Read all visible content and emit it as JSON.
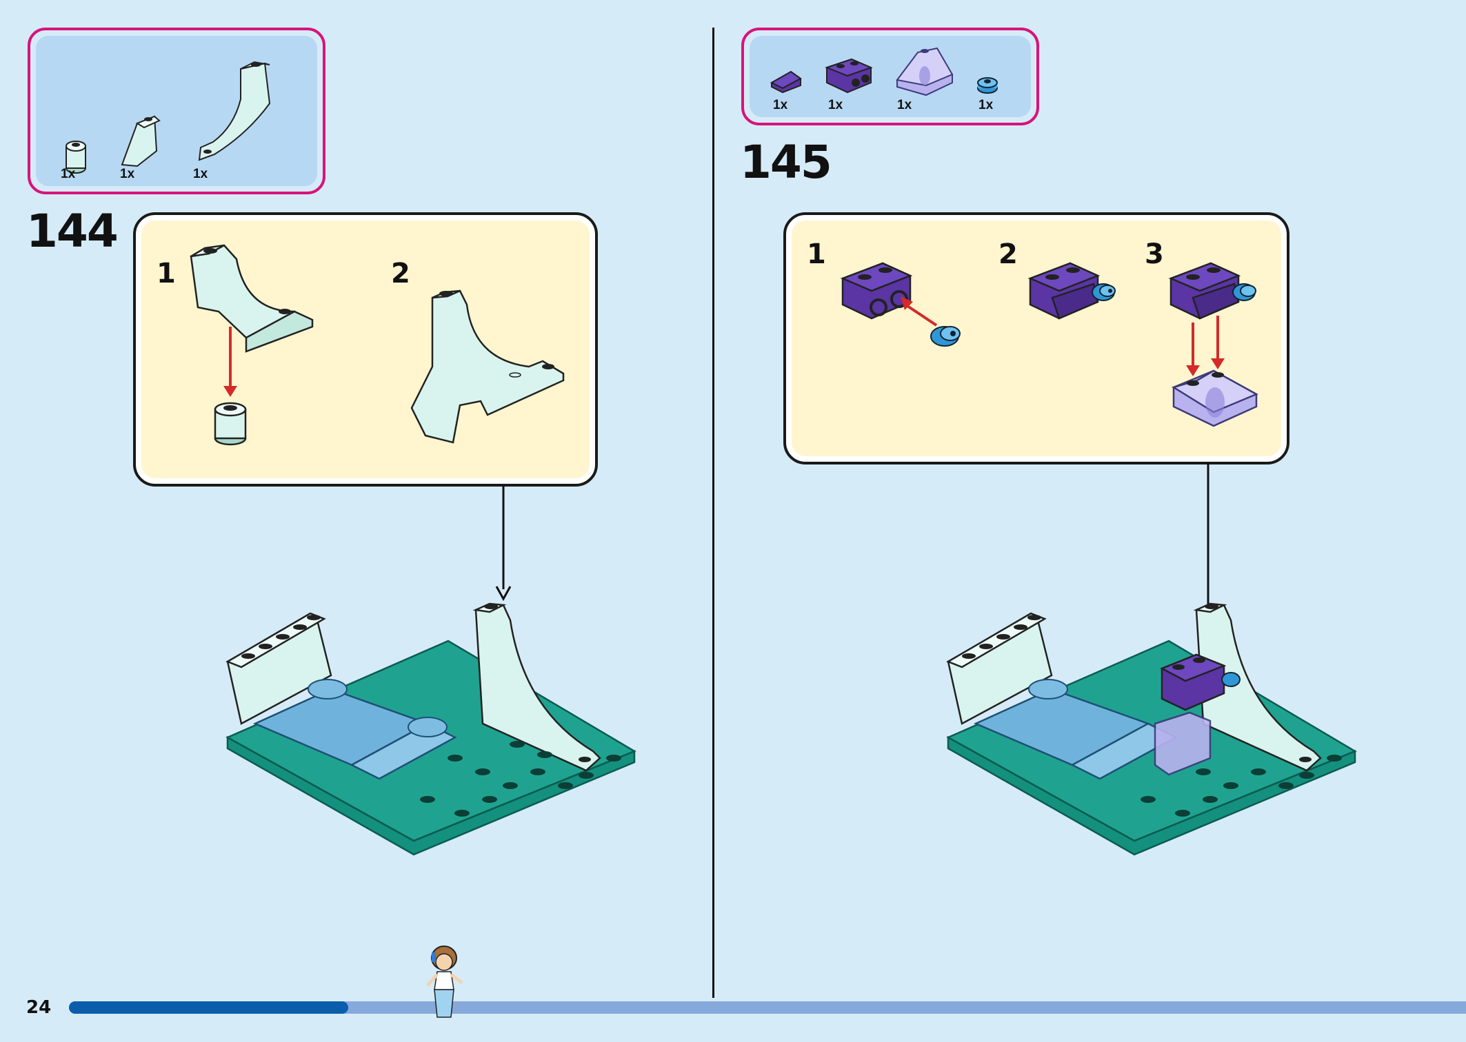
{
  "page": {
    "number": "24",
    "progress_fraction": 0.2
  },
  "left_step": {
    "number": "144",
    "parts": [
      {
        "qty": "1x",
        "icon": "round-brick-1x1-icon",
        "color": "#c9ecdf"
      },
      {
        "qty": "1x",
        "icon": "slope-brick-icon",
        "color": "#c9ecdf"
      },
      {
        "qty": "1x",
        "icon": "curved-arch-icon",
        "color": "#c9ecdf"
      }
    ],
    "substeps": [
      "1",
      "2"
    ]
  },
  "right_step": {
    "number": "145",
    "parts": [
      {
        "qty": "1x",
        "icon": "purple-slope-icon",
        "color": "#6a3fae"
      },
      {
        "qty": "1x",
        "icon": "purple-brick-with-studs-icon",
        "color": "#5a35a3"
      },
      {
        "qty": "1x",
        "icon": "transparent-slope-icon",
        "color": "#b8b3ee"
      },
      {
        "qty": "1x",
        "icon": "blue-round-plate-icon",
        "color": "#2f97d6"
      }
    ],
    "substeps": [
      "1",
      "2",
      "3"
    ]
  },
  "colors": {
    "background": "#d6ebf8",
    "parts_border": "#d8137a",
    "callout_fill": "#fff5cf",
    "teal_plate": "#14907e",
    "ice_brick": "#d9f4ee",
    "purple": "#5a35a3",
    "arrow_red": "#d42a2a",
    "progress_done": "#0a5daa",
    "progress_remaining": "#86a9dc"
  }
}
